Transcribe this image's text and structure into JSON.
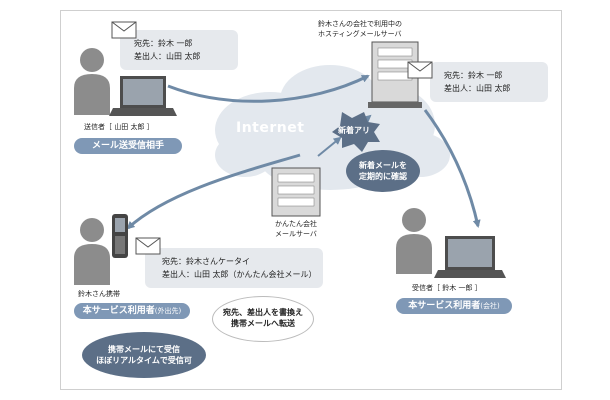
{
  "internet_label": "Internet",
  "sender": {
    "mail_label_to": "宛先：鈴木 一郎",
    "mail_label_from": "差出人：山田 太郎",
    "caption": "送信者［ 山田 太郎 ］",
    "role_badge": "メール送受信相手"
  },
  "hosting_server": {
    "caption_line1": "鈴木さんの会社で利用中の",
    "caption_line2": "ホスティングメールサーバ",
    "mail_label_to": "宛先：鈴木 一郎",
    "mail_label_from": "差出人：山田 太郎"
  },
  "new_arrival_burst": "新着アリ",
  "periodic_check_bubble": {
    "line1": "新着メールを",
    "line2": "定期的に確認"
  },
  "kantan_server": {
    "caption_line1": "かんたん会社",
    "caption_line2": "メールサーバ"
  },
  "mobile_user": {
    "mail_label_to": "宛先：鈴木さんケータイ",
    "mail_label_from": "差出人：山田 太郎（かんたん会社メール）",
    "caption": "鈴木さん携帯",
    "role_badge": "本サービス利用者",
    "role_badge_sub": "(外出先)"
  },
  "rewrite_bubble": {
    "line1": "宛先、差出人を書換え",
    "line2": "携帯メールへ転送"
  },
  "realtime_bubble": {
    "line1": "携帯メールにて受信",
    "line2": "ほぼリアルタイムで受信可"
  },
  "receiver": {
    "caption": "受信者［ 鈴木 一郎 ］",
    "role_badge": "本サービス利用者",
    "role_badge_sub": "(会社)"
  },
  "colors": {
    "cloud": "#e3e8ee",
    "label_box": "#e6e9ed",
    "arrow": "#6f8aa6",
    "person": "#8c8c8c",
    "badge": "#7f98b6",
    "bubble_dark": "#5c6f87"
  }
}
